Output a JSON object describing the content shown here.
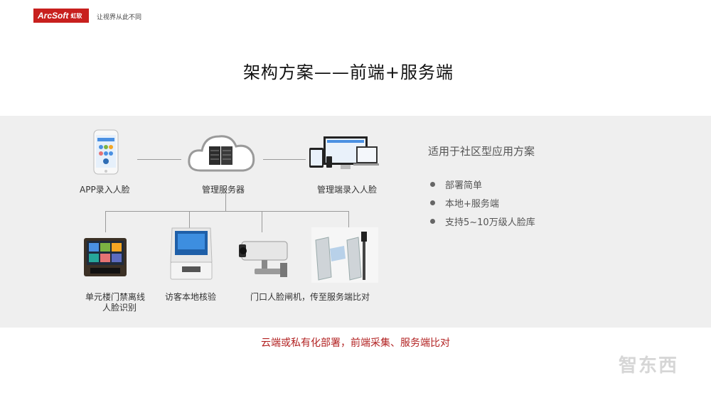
{
  "header": {
    "logo_text": "ArcSoft",
    "logo_sub": "虹软",
    "tagline": "让视界从此不同"
  },
  "title": "架构方案——前端+服务端",
  "nodes": {
    "app": "APP录入人脸",
    "server": "管理服务器",
    "mgmt": "管理端录入人脸",
    "door_line1": "单元楼门禁离线",
    "door_line2": "人脸识别",
    "visitor": "访客本地核验",
    "gate": "门口人脸闸机，传至服务端比对"
  },
  "right": {
    "title": "适用于社区型应用方案",
    "bullets": [
      "部署简单",
      "本地+服务端",
      "支持5~10万级人脸库"
    ]
  },
  "footer": "云端或私有化部署，前端采集、服务端比对",
  "watermark": "智东西",
  "colors": {
    "brand": "#c8201e",
    "band": "#efefef",
    "footer": "#b22222"
  }
}
